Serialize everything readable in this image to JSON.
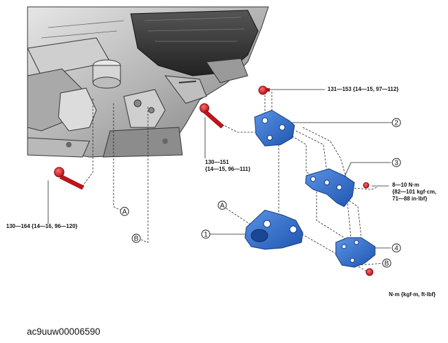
{
  "torque_labels": {
    "t1": "131—153 {14—15, 97—112}",
    "t2_line1": "130—151",
    "t2_line2": "{14—15, 96—111}",
    "t3_line1": "8—10 N·m",
    "t3_line2": "{82—101 kgf·cm,",
    "t3_line3": "71—88 in·lbf}",
    "t4": "130—164 {14—16, 96—120}"
  },
  "units_note": "N·m {kgf·m, ft·lbf}",
  "image_code": "ac9uuw00006590",
  "callouts": {
    "n1": "1",
    "n2": "2",
    "n3": "3",
    "n4": "4",
    "ref_a": "A",
    "ref_b": "B"
  },
  "colors": {
    "part_blue": "#2f6fd0",
    "bolt_red": "#d8141c",
    "engine_gray": "#8a8a8a"
  }
}
